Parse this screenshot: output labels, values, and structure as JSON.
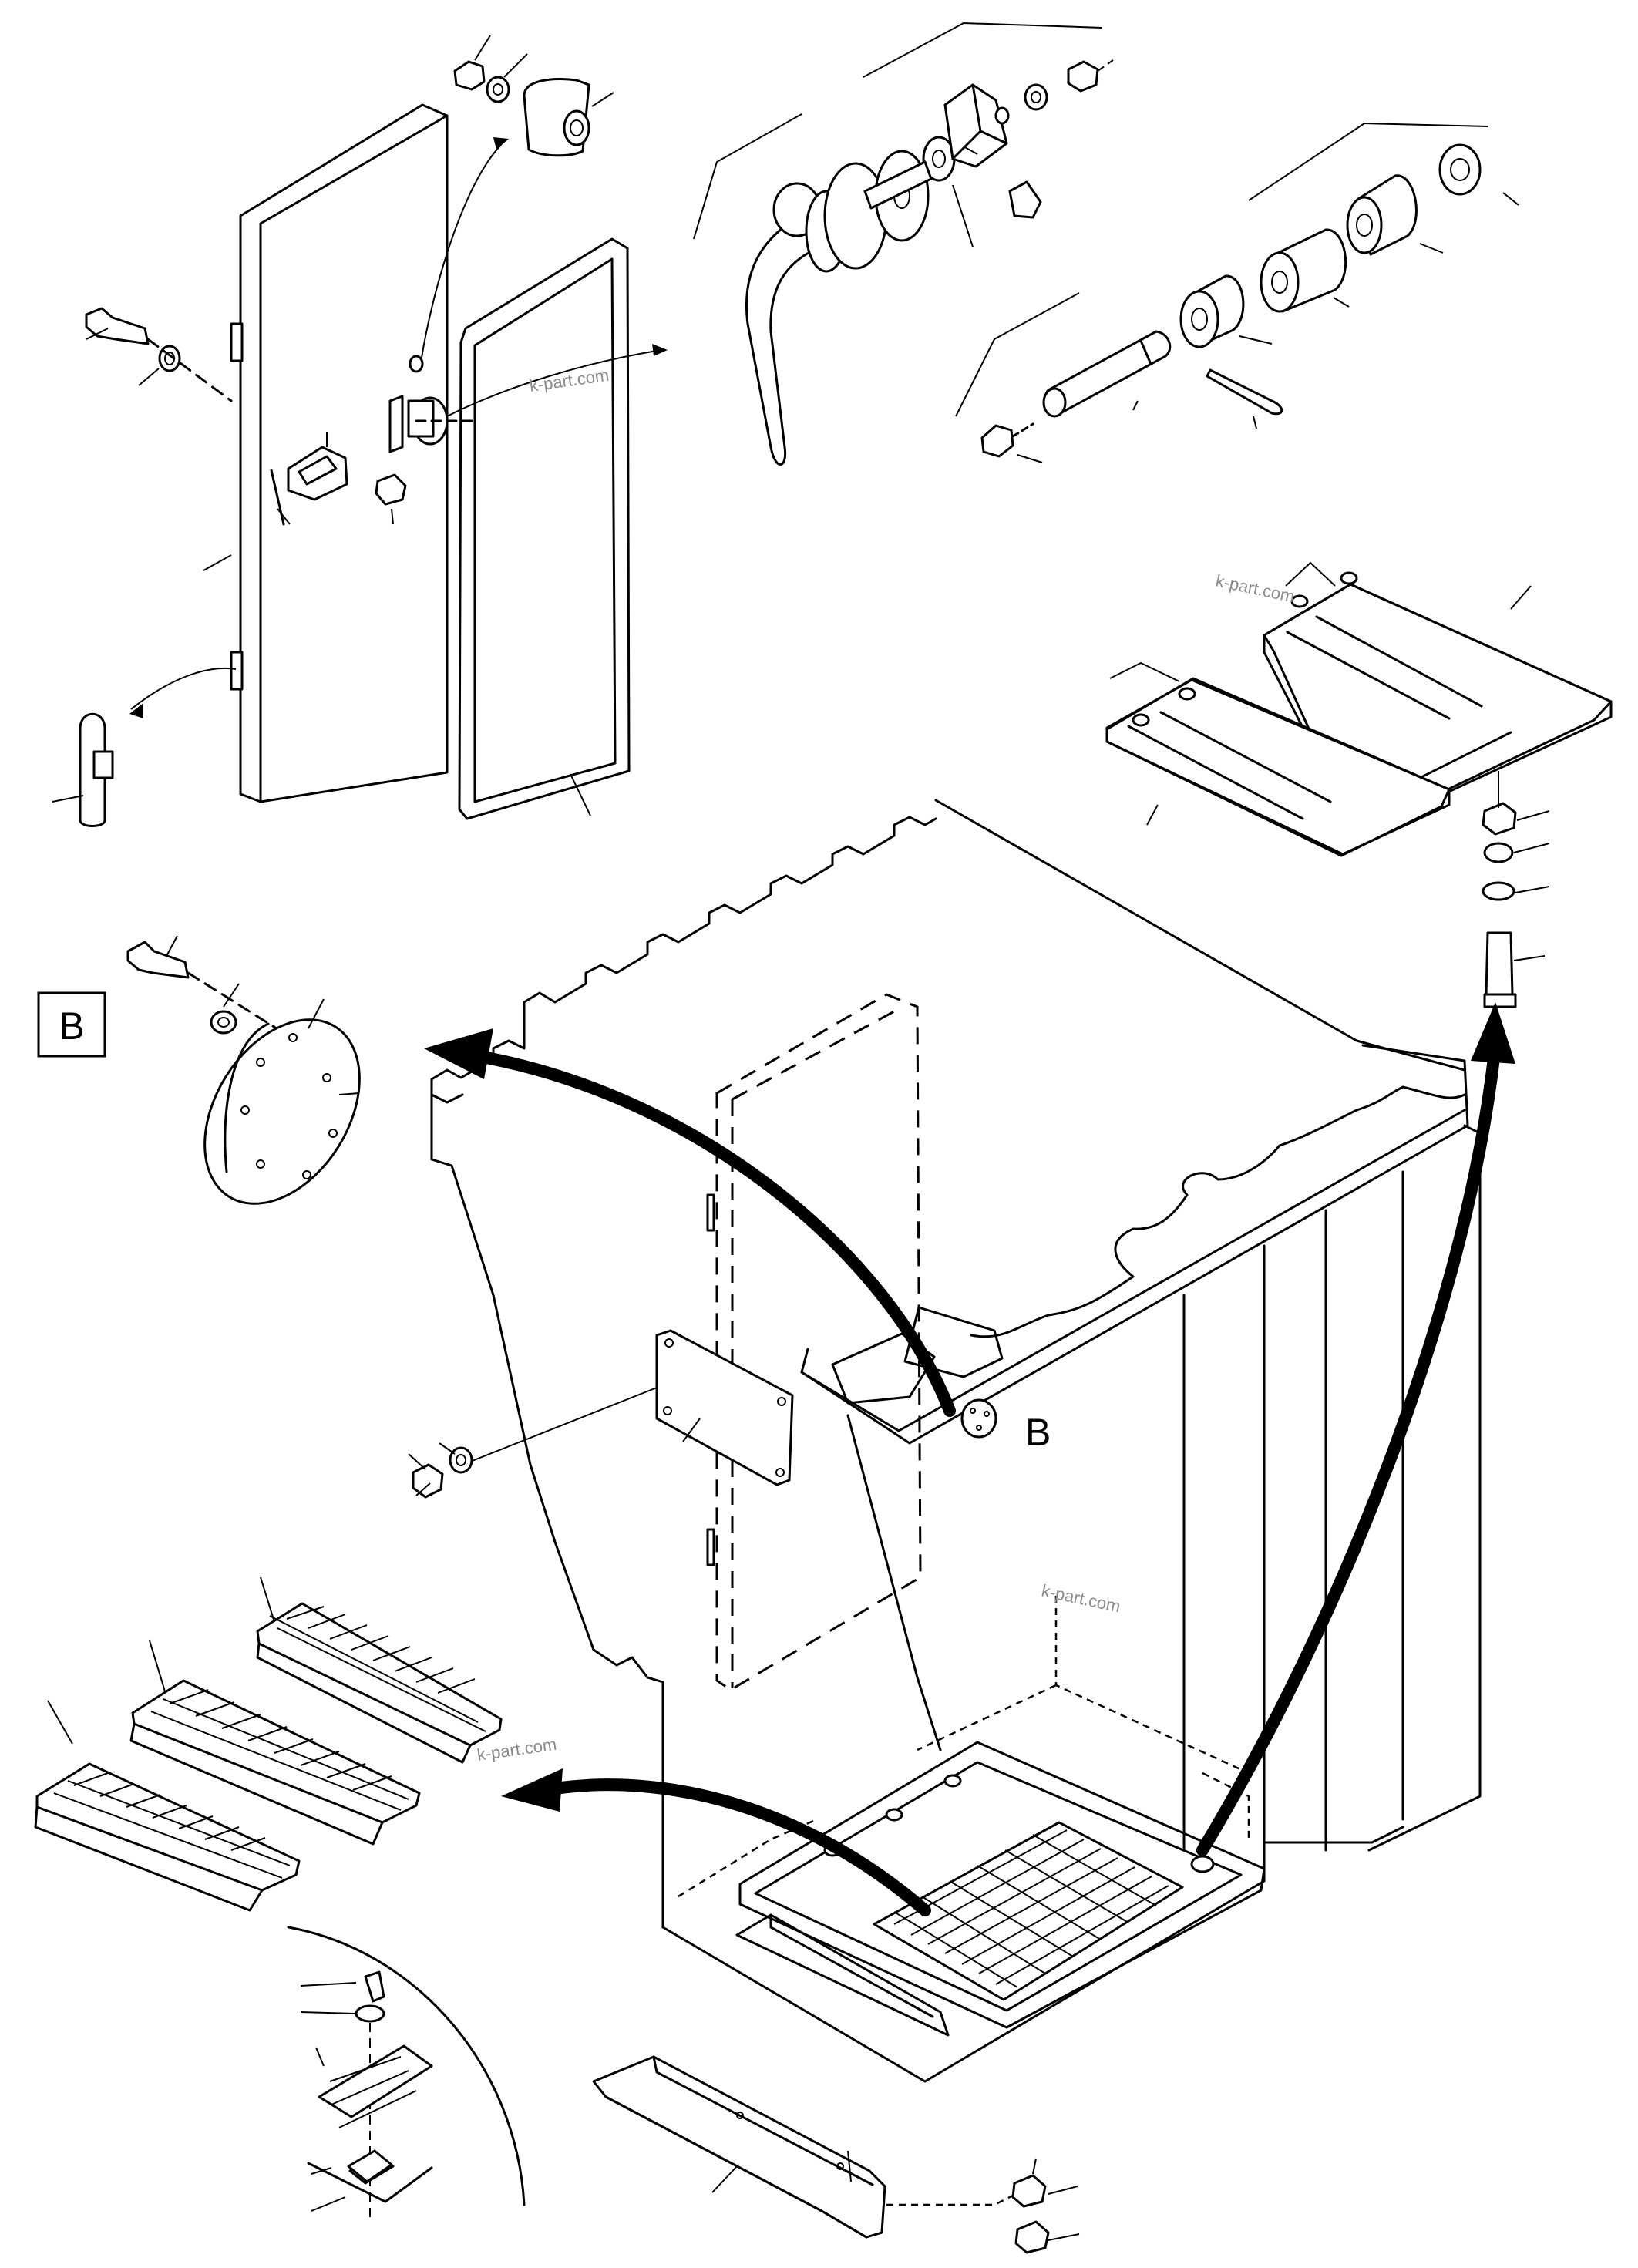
{
  "detail": {
    "label": "B",
    "callout": "B"
  },
  "watermarks": [
    "k-part.com",
    "k-part.com",
    "k-part.com",
    "k-part.com"
  ]
}
